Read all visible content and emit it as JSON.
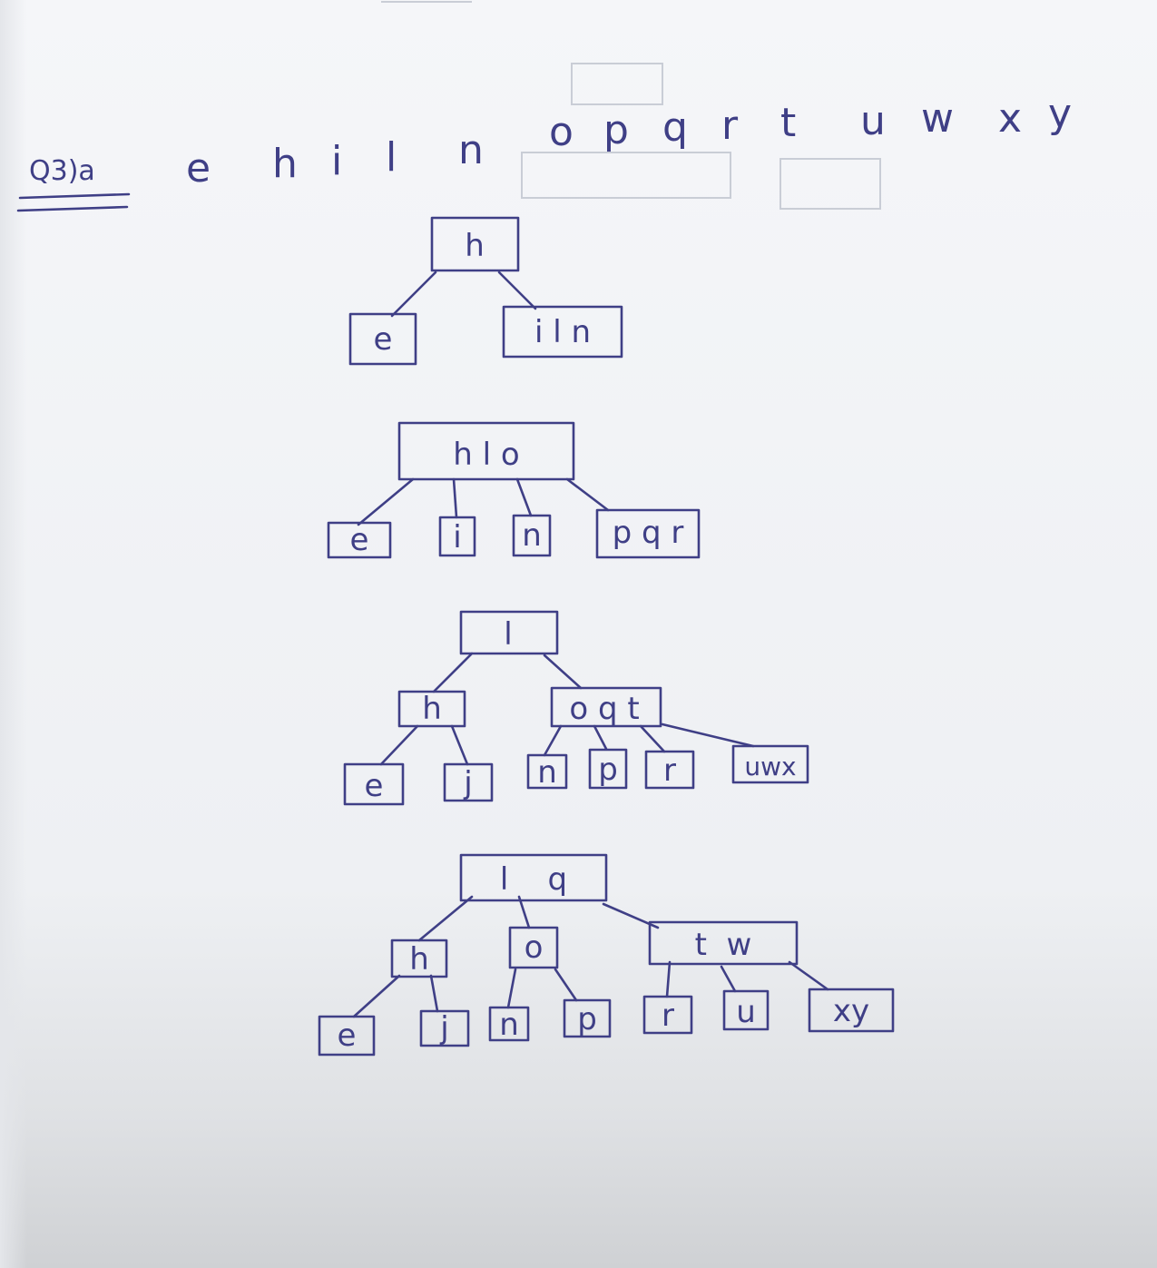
{
  "question_label": "Q3)a",
  "sequence": [
    "e",
    "h",
    "i",
    "l",
    "n",
    "o",
    "p",
    "q",
    "r",
    "t",
    "u",
    "w",
    "x",
    "y"
  ],
  "trees": [
    {
      "name": "step-1",
      "nodes": [
        {
          "id": "t1-root",
          "text": "h"
        },
        {
          "id": "t1-c1",
          "text": "e"
        },
        {
          "id": "t1-c2",
          "text": "i l n"
        }
      ]
    },
    {
      "name": "step-2",
      "nodes": [
        {
          "id": "t2-root",
          "text": "h l o"
        },
        {
          "id": "t2-c1",
          "text": "e"
        },
        {
          "id": "t2-c2",
          "text": "i"
        },
        {
          "id": "t2-c3",
          "text": "n"
        },
        {
          "id": "t2-c4",
          "text": "p q r"
        }
      ]
    },
    {
      "name": "step-3",
      "nodes": [
        {
          "id": "t3-root",
          "text": "l"
        },
        {
          "id": "t3-l",
          "text": "h"
        },
        {
          "id": "t3-r",
          "text": "o q t"
        },
        {
          "id": "t3-l1",
          "text": "e"
        },
        {
          "id": "t3-l2",
          "text": "j"
        },
        {
          "id": "t3-r1",
          "text": "n"
        },
        {
          "id": "t3-r2",
          "text": "p"
        },
        {
          "id": "t3-r3",
          "text": "r"
        },
        {
          "id": "t3-r4",
          "text": "uwx"
        }
      ]
    },
    {
      "name": "step-4",
      "nodes": [
        {
          "id": "t4-root",
          "text": "l    q"
        },
        {
          "id": "t4-a",
          "text": "h"
        },
        {
          "id": "t4-b",
          "text": "o"
        },
        {
          "id": "t4-c",
          "text": "t  w"
        },
        {
          "id": "t4-a1",
          "text": "e"
        },
        {
          "id": "t4-a2",
          "text": "j"
        },
        {
          "id": "t4-b1",
          "text": "n"
        },
        {
          "id": "t4-b2",
          "text": "p"
        },
        {
          "id": "t4-c1",
          "text": "r"
        },
        {
          "id": "t4-c2",
          "text": "u"
        },
        {
          "id": "t4-c3",
          "text": "xy"
        }
      ]
    }
  ],
  "ink_color": "#3f3f86"
}
